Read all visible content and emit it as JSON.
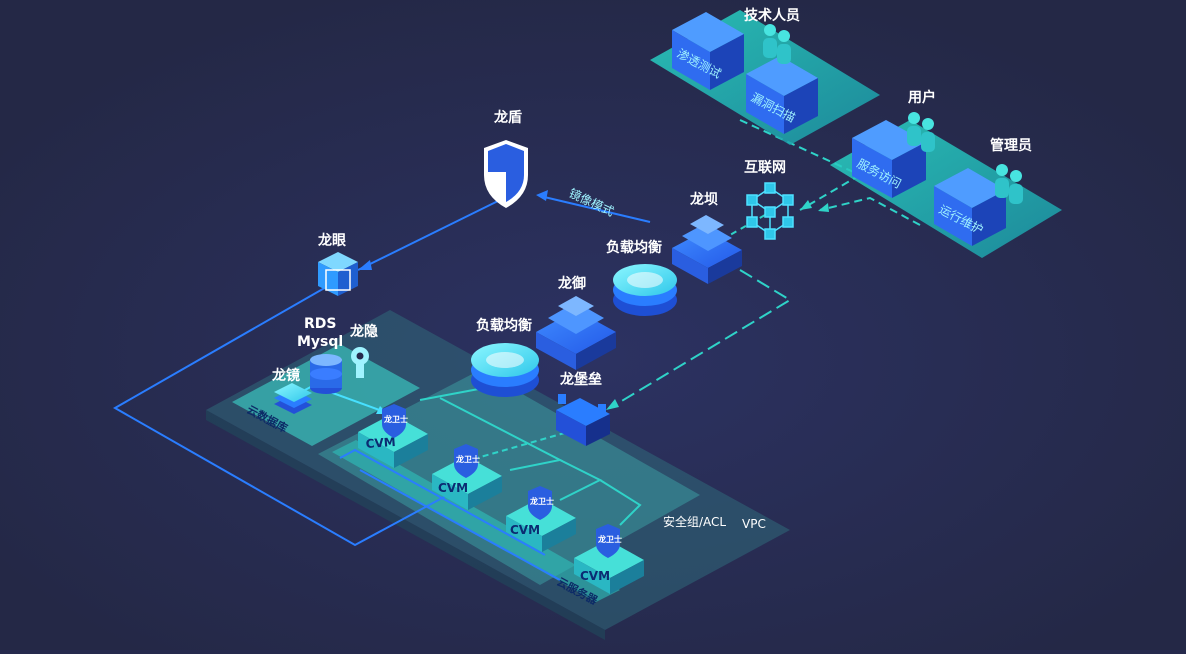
{
  "labels": {
    "shield": "龙盾",
    "eye": "龙眼",
    "mirror_mode": "镜像模式",
    "rds": "RDS",
    "mysql": "Mysql",
    "hidden": "龙隐",
    "mirror": "龙镜",
    "cloud_db": "云数据库",
    "lb_left": "负载均衡",
    "lb_right": "负载均衡",
    "defend": "龙御",
    "dam": "龙坝",
    "fortress": "龙堡垒",
    "internet": "互联网",
    "tech_staff": "技术人员",
    "users": "用户",
    "admin": "管理员",
    "pentest": "渗透测试",
    "vuln_scan": "漏洞扫描",
    "service_access": "服务访问",
    "ops_maint": "运行维护",
    "security_group": "安全组/ACL",
    "vpc": "VPC",
    "cloud_server": "云服务器",
    "cvm": "CVM",
    "guard": "龙卫士"
  },
  "colors": {
    "background": "#262a4d",
    "teal": "#2fd3c8",
    "blue": "#2a7dff",
    "dark_blue": "#1c3fb0",
    "cyan": "#47e0ff"
  }
}
